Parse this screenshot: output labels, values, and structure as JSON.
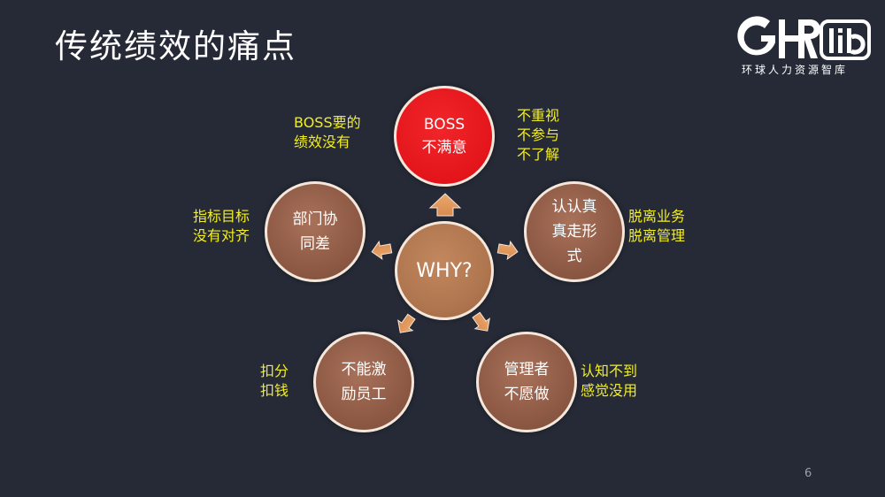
{
  "slide": {
    "title": "传统绩效的痛点",
    "page_number": "6"
  },
  "logo": {
    "mark": "GHRlib",
    "subtitle": "环球人力资源智库"
  },
  "diagram": {
    "center": "WHY?",
    "nodes": {
      "top": "BOSS\n不满意",
      "right": "认认真\n真走形\n式",
      "bottom_right": "管理者\n不愿做",
      "bottom_left": "不能激\n励员工",
      "left": "部门协\n同差"
    },
    "notes": {
      "top_left": "BOSS要的\n绩效没有",
      "top_right": "不重视\n不参与\n不了解",
      "right": "脱离业务\n脱离管理",
      "bottom_right": "认知不到\n感觉没用",
      "bottom_left": "扣分\n扣钱",
      "left": "指标目标\n没有对齐"
    },
    "colors": {
      "boss": "#e3151b",
      "node": "#8e5a45",
      "center": "#b0764f",
      "arrow": "#e0975c",
      "note": "#f2ee24"
    }
  }
}
